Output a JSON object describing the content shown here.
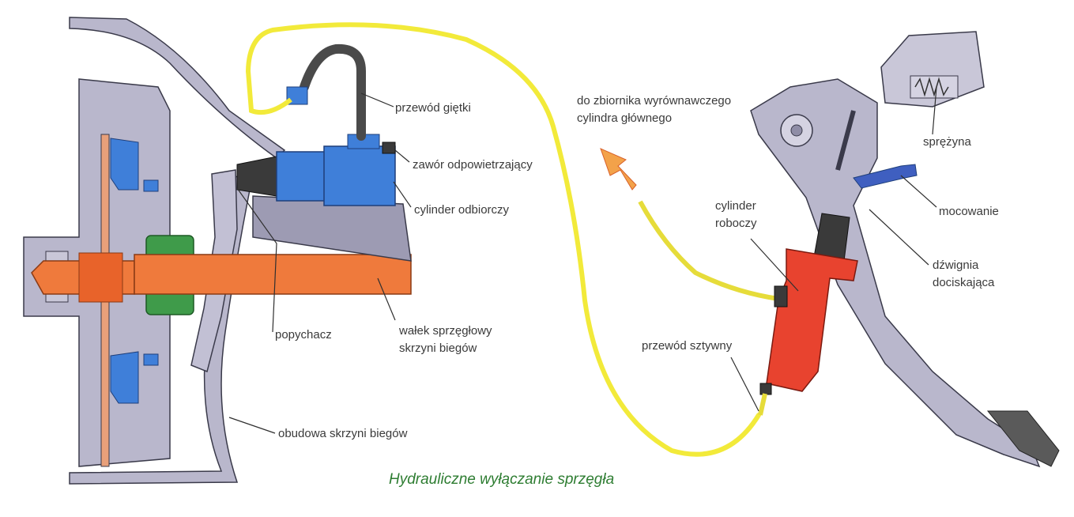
{
  "caption": "Hydrauliczne wyłączanie sprzęgła",
  "labels": {
    "przewod_gietki": "przewód giętki",
    "zawor": "zawór odpowietrzający",
    "cylinder_odbiorczy": "cylinder odbiorczy",
    "popychacz": "popychacz",
    "walek_1": "wałek sprzęgłowy",
    "walek_2": "skrzyni biegów",
    "obudowa": "obudowa skrzyni biegów",
    "zbiornik_1": "do zbiornika wyrównawczego",
    "zbiornik_2": "cylindra głównego",
    "cylinder_roboczy_1": "cylinder",
    "cylinder_roboczy_2": "roboczy",
    "przewod_sztywny": "przewód sztywny",
    "sprezyna": "sprężyna",
    "mocowanie": "mocowanie",
    "dzwignia_1": "dźwignia",
    "dzwignia_2": "dociskająca"
  },
  "colors": {
    "hydraulic_line": "#f2ea3a",
    "slave_cylinder": "#3f7fd9",
    "master_cylinder": "#e8432f",
    "shaft": "#ef7a3c",
    "bearing": "#3f9b4a",
    "housing": "#b9b7cc",
    "caption": "#2e7d32"
  }
}
